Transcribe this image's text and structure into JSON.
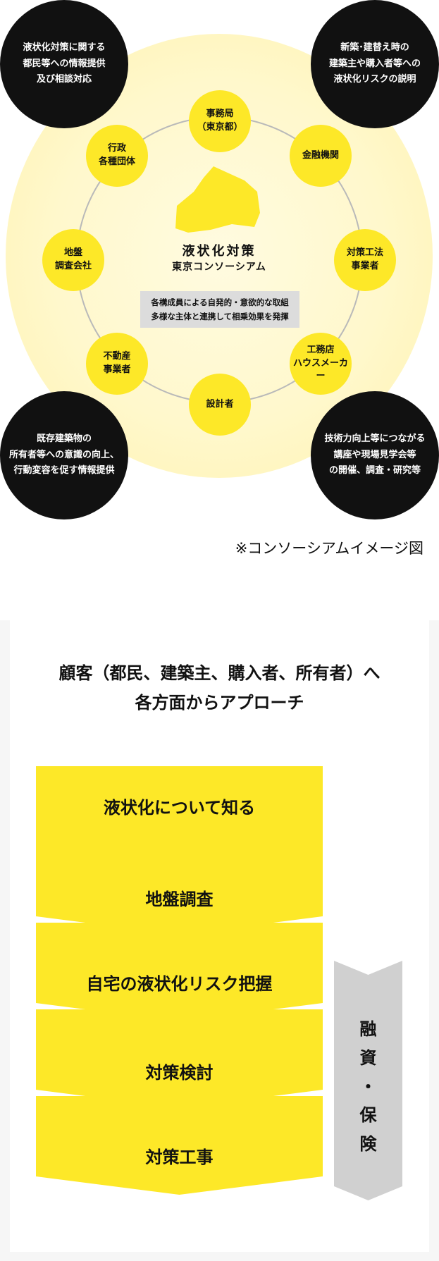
{
  "consortium": {
    "title": "液状化対策",
    "subtitle": "東京コンソーシアム",
    "description": "各構成員による自発的・意欲的な取組\n多様な主体と連携して相乗効果を発揮",
    "members": [
      "事務局\n（東京都）",
      "金融機関",
      "対策工法\n事業者",
      "工務店\nハウスメーカー",
      "設計者",
      "不動産\n事業者",
      "地盤\n調査会社",
      "行政\n各種団体"
    ],
    "activities": [
      "液状化対策に関する\n都民等への情報提供\n及び相談対応",
      "新築･建替え時の\n建築主や購入者等への\n液状化リスクの説明",
      "既存建築物の\n所有者等への意識の向上、\n行動変容を促す情報提供",
      "技術力向上等につながる\n講座や現場見学会等\nの開催、調査・研究等"
    ],
    "caption": "※コンソーシアムイメージ図"
  },
  "approach": {
    "heading": "顧客（都民、建築主、購入者、所有者）へ\n各方面からアプローチ",
    "steps": [
      "液状化について知る",
      "地盤調査",
      "自宅の液状化リスク把握",
      "対策検討",
      "対策工事"
    ],
    "finance": "融\n資\n・\n保\n険"
  },
  "colors": {
    "accent": "#fde828",
    "dark": "#111111",
    "ring": "#b9b9b9",
    "gray_arrow": "#d0d0d0"
  }
}
